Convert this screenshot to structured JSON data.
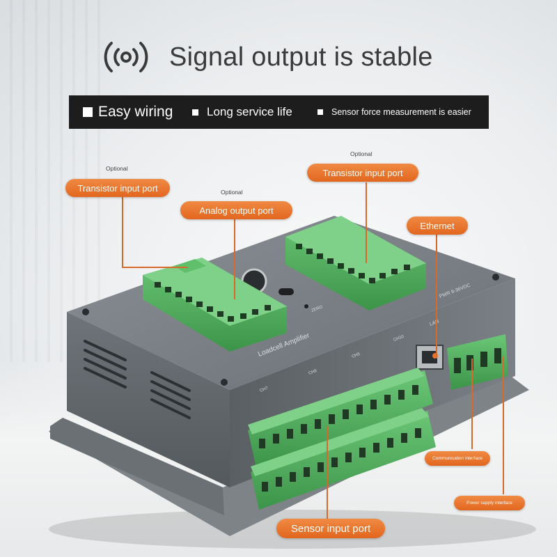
{
  "header": {
    "icon": "radio-waves-icon",
    "headline": "Signal output is stable"
  },
  "features": [
    {
      "label": "Easy wiring"
    },
    {
      "label": "Long service life"
    },
    {
      "label": "Sensor force measurement is easier"
    }
  ],
  "callouts": {
    "transistor_left": {
      "optional": "Optional",
      "label": "Transistor input port"
    },
    "analog_output": {
      "optional": "Optional",
      "label": "Analog output port"
    },
    "transistor_right": {
      "optional": "Optional",
      "label": "Transistor input port"
    },
    "ethernet": {
      "label": "Ethernet"
    },
    "communication": {
      "label": "Communication interface"
    },
    "power_supply": {
      "label": "Power supply interface"
    },
    "sensor_input": {
      "label": "Sensor input port"
    }
  },
  "device": {
    "name_text": "Loadcell Amplifier",
    "power_text": "PWR 9-36VDC",
    "lan_text": "LAN",
    "zero_text": "ZERO",
    "channel_labels": [
      "CH7",
      "CH8",
      "CH9",
      "CH10"
    ],
    "colors": {
      "housing": "#5f656a",
      "terminal": "#4fae5b",
      "accent": "#e8742e"
    }
  }
}
